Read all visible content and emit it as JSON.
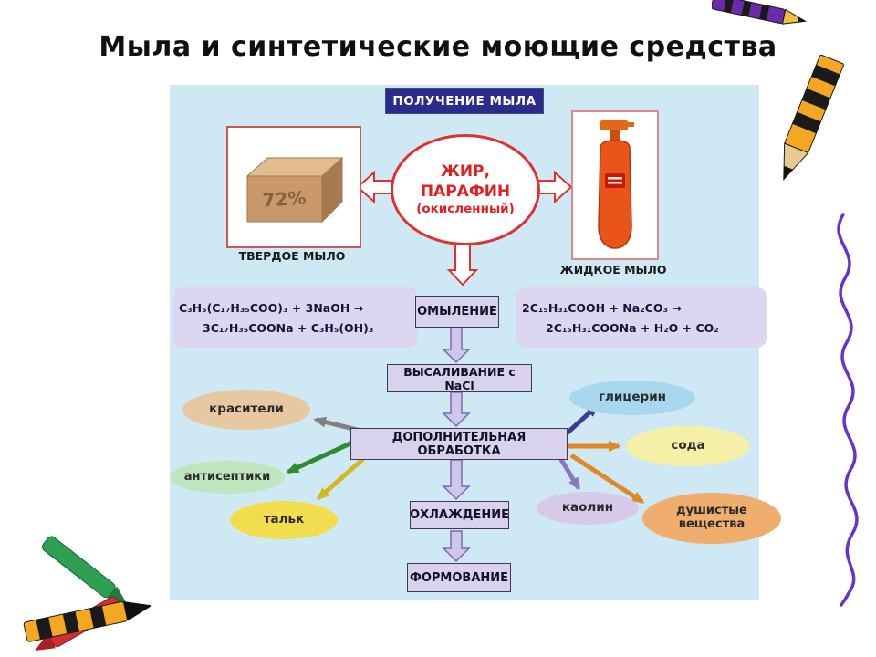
{
  "slide": {
    "title": "Мыла и синтетические моющие средства"
  },
  "diagram": {
    "header": "ПОЛУЧЕНИЕ МЫЛА",
    "source_oval": {
      "line1": "ЖИР,",
      "line2": "ПАРАФИН",
      "line3": "(окисленный)"
    },
    "solid_soap": {
      "label": "ТВЕРДОЕ МЫЛО",
      "bar_text": "72%"
    },
    "liquid_soap": {
      "label": "ЖИДКОЕ МЫЛО"
    },
    "saponification_equation": {
      "line1": "C₃H₅(C₁₇H₃₅COO)₃ + 3NaOH →",
      "line2": "3C₁₇H₃₅COONa + C₃H₅(OH)₃"
    },
    "neutralization_equation": {
      "line1": "2C₁₅H₃₁COOH + Na₂CO₃ →",
      "line2": "2C₁₅H₃₁COONa + H₂O + CO₂"
    },
    "steps": {
      "saponification": "ОМЫЛЕНИЕ",
      "salting_out": "ВЫСАЛИВАНИЕ с NaCl",
      "additional_processing": "ДОПОЛНИТЕЛЬНАЯ ОБРАБОТКА",
      "cooling": "ОХЛАЖДЕНИЕ",
      "molding": "ФОРМОВАНИЕ"
    },
    "additives": [
      {
        "label": "красители",
        "color": "#e8c8a0"
      },
      {
        "label": "антисептики",
        "color": "#bfe5bf"
      },
      {
        "label": "тальк",
        "color": "#f2dd4e"
      },
      {
        "label": "глицерин",
        "color": "#a8d8ee"
      },
      {
        "label": "сода",
        "color": "#f5f0a8"
      },
      {
        "label": "каолин",
        "color": "#d6cae8"
      },
      {
        "label": "душистые вещества",
        "color": "#efae6e"
      }
    ],
    "colors": {
      "diagram_bg": "#cfe9f4",
      "header_bg": "#2b2b8c",
      "accent_red": "#e03030",
      "process_box_bg": "#d8d2ee",
      "equation_box_bg": "#dcd6f0",
      "flow_arrow_fill": "#cfc6ec",
      "flow_arrow_stroke": "#7a68b4"
    }
  }
}
